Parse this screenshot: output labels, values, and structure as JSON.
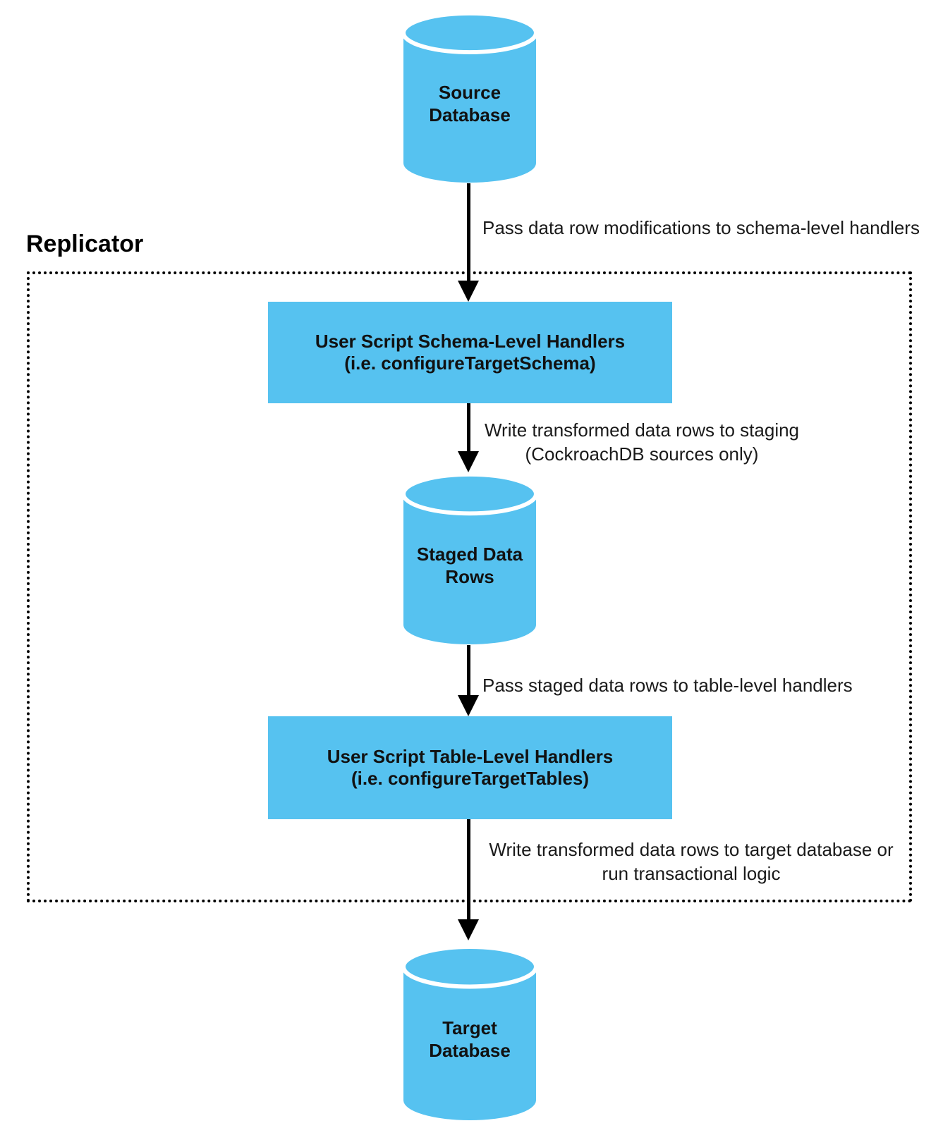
{
  "diagram": {
    "replicator_label": "Replicator",
    "nodes": {
      "source_db": {
        "label": "Source\nDatabase"
      },
      "schema_handlers": {
        "label": "User Script Schema-Level Handlers\n(i.e. configureTargetSchema)"
      },
      "staged_rows": {
        "label": "Staged Data\nRows"
      },
      "table_handlers": {
        "label": "User Script Table-Level Handlers\n(i.e. configureTargetTables)"
      },
      "target_db": {
        "label": "Target\nDatabase"
      }
    },
    "edges": {
      "source_to_schema": {
        "label": "Pass data row modifications to schema-level handlers"
      },
      "schema_to_staged": {
        "label": "Write transformed data rows to staging\n(CockroachDB sources only)"
      },
      "staged_to_table": {
        "label": "Pass staged data rows to table-level handlers"
      },
      "table_to_target": {
        "label": "Write transformed data rows to target database or\nrun transactional logic"
      }
    },
    "colors": {
      "node-fill": "#56C2F0",
      "arrow": "#000000",
      "border": "#000000",
      "label-text": "#1A1A1A",
      "node-text": "#111111"
    }
  }
}
